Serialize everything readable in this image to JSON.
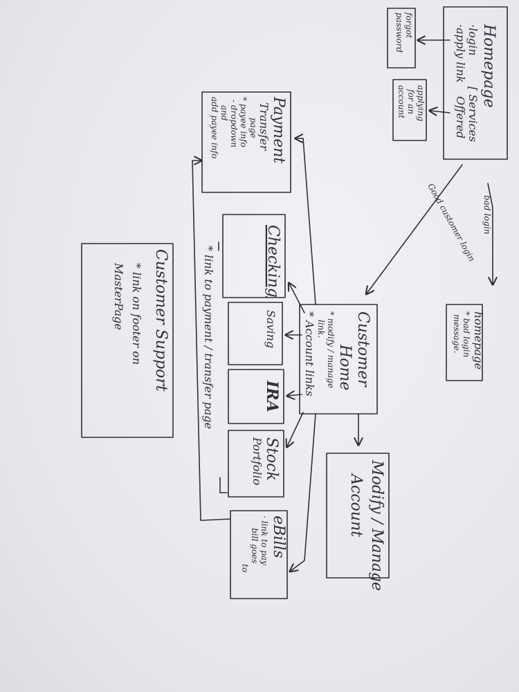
{
  "homepage": {
    "title": "Homepage",
    "lines": [
      "·login",
      "·apply link",
      "[ Services",
      "Offered"
    ]
  },
  "forgot": {
    "lines": [
      "forgot",
      "password"
    ]
  },
  "apply": {
    "lines": [
      "applying",
      "for an",
      "account"
    ]
  },
  "bad_login_label": "bad login",
  "good_login_label": "Good customer login",
  "homepage2": {
    "lines": [
      "homepage",
      "* bad login",
      "message."
    ]
  },
  "payment": {
    "lines": [
      "Payment",
      "Transfer",
      "page",
      "* payee info",
      "- dropdown",
      "and",
      "add payee info"
    ]
  },
  "customer_home": {
    "lines": [
      "Customer",
      "Home"
    ],
    "notes": [
      "* modify / manage",
      "link."
    ],
    "account_links": "* Account links"
  },
  "modify": {
    "lines": [
      "Modify / Manage",
      "Account"
    ]
  },
  "accounts": [
    {
      "label": "Checking"
    },
    {
      "label": "Saving"
    },
    {
      "label": "IRA"
    },
    {
      "label": "Stock",
      "label2": "Portfolio"
    }
  ],
  "link_note": "* link to payment / transfer page",
  "ebills": {
    "lines": [
      "eBills",
      "· link to pay",
      "bill goes",
      "to"
    ]
  },
  "support": {
    "lines": [
      "Customer Support",
      "* link on footer on",
      "MasterPage"
    ]
  }
}
